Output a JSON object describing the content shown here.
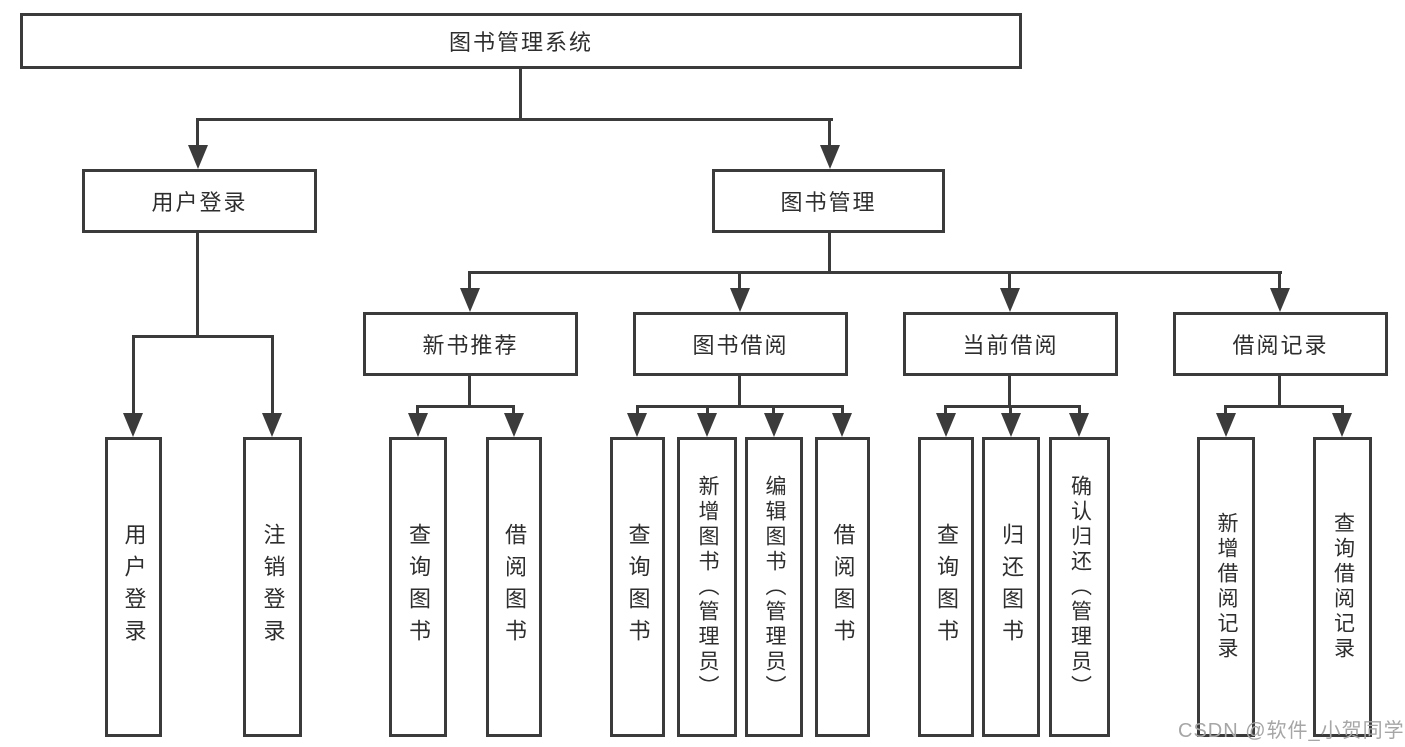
{
  "diagram": {
    "root": {
      "label": "图书管理系统"
    },
    "level2": [
      {
        "label": "用户登录"
      },
      {
        "label": "图书管理"
      }
    ],
    "level3": [
      {
        "label": "新书推荐"
      },
      {
        "label": "图书借阅"
      },
      {
        "label": "当前借阅"
      },
      {
        "label": "借阅记录"
      }
    ],
    "leaves": {
      "user_login": [
        {
          "label": "用户登录"
        },
        {
          "label": "注销登录"
        }
      ],
      "new_books": [
        {
          "label": "查询图书"
        },
        {
          "label": "借阅图书"
        }
      ],
      "book_borrow": [
        {
          "label": "查询图书"
        },
        {
          "label": "新增图书（管理员）"
        },
        {
          "label": "编辑图书（管理员）"
        },
        {
          "label": "借阅图书"
        }
      ],
      "current_borrow": [
        {
          "label": "查询图书"
        },
        {
          "label": "归还图书"
        },
        {
          "label": "确认归还（管理员）"
        }
      ],
      "borrow_records": [
        {
          "label": "新增借阅记录"
        },
        {
          "label": "查询借阅记录"
        }
      ]
    },
    "watermark": "CSDN @软件_小贺同学",
    "colors": {
      "line": "#3b3b3b",
      "text": "#2e2e2e",
      "watermark": "#a6a6a6",
      "background": "#ffffff"
    }
  }
}
